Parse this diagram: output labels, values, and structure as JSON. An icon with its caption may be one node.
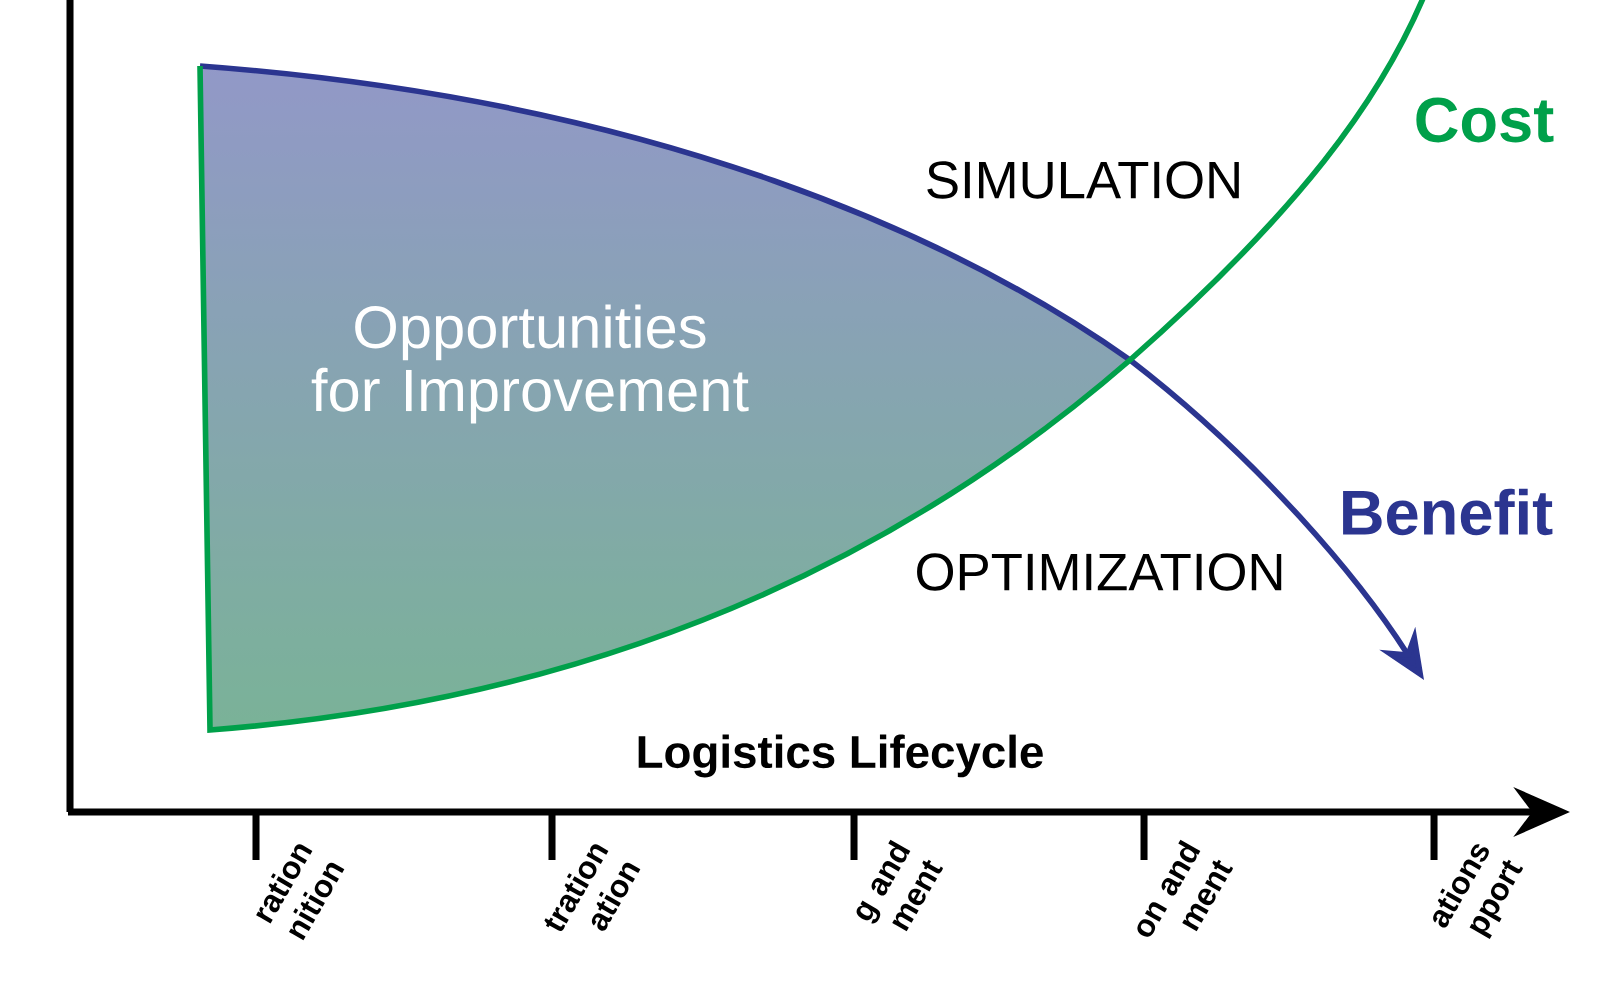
{
  "diagram": {
    "nodes": [
      {
        "text": [
          "Opportunities for Improvement"
        ]
      }
    ],
    "labels": [
      "Cost",
      "SIMULATION",
      "Benefit",
      "OPTIMIZATION",
      "Logistics Lifecycle",
      "ration nition",
      "tration ation",
      "g and ment",
      "on and ment",
      "ations pport"
    ]
  }
}
